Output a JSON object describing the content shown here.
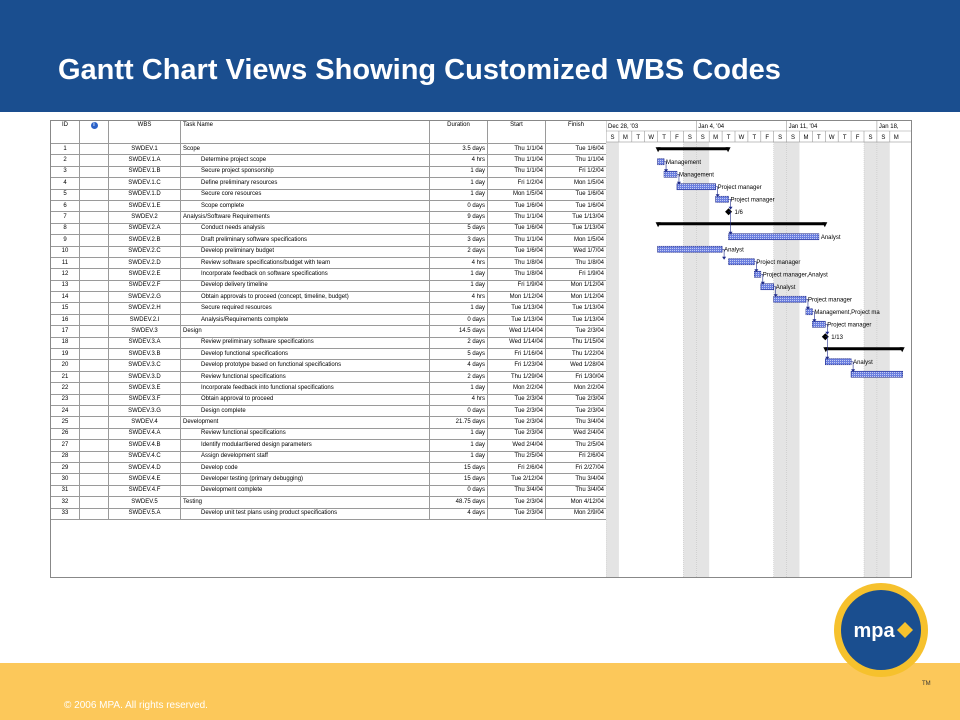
{
  "slide": {
    "title": "Gantt Chart Views Showing Customized WBS Codes"
  },
  "footer": {
    "copyright": "© 2006 MPA. All rights reserved."
  },
  "logo": {
    "text": "mpa",
    "tm": "TM",
    "color_ring": "#f6c12d",
    "color_inner": "#1a4e8f"
  },
  "colors": {
    "header": "#1a4e8f",
    "footer": "#fcc85a",
    "bar": "#4a5fd0",
    "summary": "#000000"
  },
  "table": {
    "headers": {
      "id": "ID",
      "info": "",
      "wbs": "WBS",
      "name": "Task Name",
      "duration": "Duration",
      "start": "Start",
      "finish": "Finish"
    },
    "info_icon": "info-icon",
    "rows": [
      {
        "id": "1",
        "wbs": "SWDEV.1",
        "name": "Scope",
        "duration": "3.5 days",
        "start": "Thu 1/1/04",
        "finish": "Tue 1/6/04",
        "level": 0
      },
      {
        "id": "2",
        "wbs": "SWDEV.1.A",
        "name": "Determine project scope",
        "duration": "4 hrs",
        "start": "Thu 1/1/04",
        "finish": "Thu 1/1/04",
        "level": 1
      },
      {
        "id": "3",
        "wbs": "SWDEV.1.B",
        "name": "Secure project sponsorship",
        "duration": "1 day",
        "start": "Thu 1/1/04",
        "finish": "Fri 1/2/04",
        "level": 1
      },
      {
        "id": "4",
        "wbs": "SWDEV.1.C",
        "name": "Define preliminary resources",
        "duration": "1 day",
        "start": "Fri 1/2/04",
        "finish": "Mon 1/5/04",
        "level": 1
      },
      {
        "id": "5",
        "wbs": "SWDEV.1.D",
        "name": "Secure core resources",
        "duration": "1 day",
        "start": "Mon 1/5/04",
        "finish": "Tue 1/6/04",
        "level": 1
      },
      {
        "id": "6",
        "wbs": "SWDEV.1.E",
        "name": "Scope complete",
        "duration": "0 days",
        "start": "Tue 1/6/04",
        "finish": "Tue 1/6/04",
        "level": 1
      },
      {
        "id": "7",
        "wbs": "SWDEV.2",
        "name": "Analysis/Software Requirements",
        "duration": "9 days",
        "start": "Thu 1/1/04",
        "finish": "Tue 1/13/04",
        "level": 0
      },
      {
        "id": "8",
        "wbs": "SWDEV.2.A",
        "name": "Conduct needs analysis",
        "duration": "5 days",
        "start": "Tue 1/6/04",
        "finish": "Tue 1/13/04",
        "level": 1
      },
      {
        "id": "9",
        "wbs": "SWDEV.2.B",
        "name": "Draft preliminary software specifications",
        "duration": "3 days",
        "start": "Thu 1/1/04",
        "finish": "Mon 1/5/04",
        "level": 1
      },
      {
        "id": "10",
        "wbs": "SWDEV.2.C",
        "name": "Develop preliminary budget",
        "duration": "2 days",
        "start": "Tue 1/6/04",
        "finish": "Wed 1/7/04",
        "level": 1
      },
      {
        "id": "11",
        "wbs": "SWDEV.2.D",
        "name": "Review software specifications/budget with team",
        "duration": "4 hrs",
        "start": "Thu 1/8/04",
        "finish": "Thu 1/8/04",
        "level": 1
      },
      {
        "id": "12",
        "wbs": "SWDEV.2.E",
        "name": "Incorporate feedback on software specifications",
        "duration": "1 day",
        "start": "Thu 1/8/04",
        "finish": "Fri 1/9/04",
        "level": 1
      },
      {
        "id": "13",
        "wbs": "SWDEV.2.F",
        "name": "Develop delivery timeline",
        "duration": "1 day",
        "start": "Fri 1/9/04",
        "finish": "Mon 1/12/04",
        "level": 1
      },
      {
        "id": "14",
        "wbs": "SWDEV.2.G",
        "name": "Obtain approvals to proceed (concept, timeline, budget)",
        "duration": "4 hrs",
        "start": "Mon 1/12/04",
        "finish": "Mon 1/12/04",
        "level": 1
      },
      {
        "id": "15",
        "wbs": "SWDEV.2.H",
        "name": "Secure required resources",
        "duration": "1 day",
        "start": "Tue 1/13/04",
        "finish": "Tue 1/13/04",
        "level": 1
      },
      {
        "id": "16",
        "wbs": "SWDEV.2.I",
        "name": "Analysis/Requirements complete",
        "duration": "0 days",
        "start": "Tue 1/13/04",
        "finish": "Tue 1/13/04",
        "level": 1
      },
      {
        "id": "17",
        "wbs": "SWDEV.3",
        "name": "Design",
        "duration": "14.5 days",
        "start": "Wed 1/14/04",
        "finish": "Tue 2/3/04",
        "level": 0
      },
      {
        "id": "18",
        "wbs": "SWDEV.3.A",
        "name": "Review preliminary software specifications",
        "duration": "2 days",
        "start": "Wed 1/14/04",
        "finish": "Thu 1/15/04",
        "level": 1
      },
      {
        "id": "19",
        "wbs": "SWDEV.3.B",
        "name": "Develop functional specifications",
        "duration": "5 days",
        "start": "Fri 1/16/04",
        "finish": "Thu 1/22/04",
        "level": 1
      },
      {
        "id": "20",
        "wbs": "SWDEV.3.C",
        "name": "Develop prototype based on functional specifications",
        "duration": "4 days",
        "start": "Fri 1/23/04",
        "finish": "Wed 1/28/04",
        "level": 1
      },
      {
        "id": "21",
        "wbs": "SWDEV.3.D",
        "name": "Review functional specifications",
        "duration": "2 days",
        "start": "Thu 1/29/04",
        "finish": "Fri 1/30/04",
        "level": 1
      },
      {
        "id": "22",
        "wbs": "SWDEV.3.E",
        "name": "Incorporate feedback into functional specifications",
        "duration": "1 day",
        "start": "Mon 2/2/04",
        "finish": "Mon 2/2/04",
        "level": 1
      },
      {
        "id": "23",
        "wbs": "SWDEV.3.F",
        "name": "Obtain approval to proceed",
        "duration": "4 hrs",
        "start": "Tue 2/3/04",
        "finish": "Tue 2/3/04",
        "level": 1
      },
      {
        "id": "24",
        "wbs": "SWDEV.3.G",
        "name": "Design complete",
        "duration": "0 days",
        "start": "Tue 2/3/04",
        "finish": "Tue 2/3/04",
        "level": 1
      },
      {
        "id": "25",
        "wbs": "SWDEV.4",
        "name": "Development",
        "duration": "21.75 days",
        "start": "Tue 2/3/04",
        "finish": "Thu 3/4/04",
        "level": 0
      },
      {
        "id": "26",
        "wbs": "SWDEV.4.A",
        "name": "Review functional specifications",
        "duration": "1 day",
        "start": "Tue 2/3/04",
        "finish": "Wed 2/4/04",
        "level": 1
      },
      {
        "id": "27",
        "wbs": "SWDEV.4.B",
        "name": "Identify modular/tiered design parameters",
        "duration": "1 day",
        "start": "Wed 2/4/04",
        "finish": "Thu 2/5/04",
        "level": 1
      },
      {
        "id": "28",
        "wbs": "SWDEV.4.C",
        "name": "Assign development staff",
        "duration": "1 day",
        "start": "Thu 2/5/04",
        "finish": "Fri 2/6/04",
        "level": 1
      },
      {
        "id": "29",
        "wbs": "SWDEV.4.D",
        "name": "Develop code",
        "duration": "15 days",
        "start": "Fri 2/6/04",
        "finish": "Fri 2/27/04",
        "level": 1
      },
      {
        "id": "30",
        "wbs": "SWDEV.4.E",
        "name": "Developer testing (primary debugging)",
        "duration": "15 days",
        "start": "Tue 2/12/04",
        "finish": "Thu 3/4/04",
        "level": 1
      },
      {
        "id": "31",
        "wbs": "SWDEV.4.F",
        "name": "Development complete",
        "duration": "0 days",
        "start": "Thu 3/4/04",
        "finish": "Thu 3/4/04",
        "level": 1
      },
      {
        "id": "32",
        "wbs": "SWDEV.5",
        "name": "Testing",
        "duration": "48.75 days",
        "start": "Tue 2/3/04",
        "finish": "Mon 4/12/04",
        "level": 0
      },
      {
        "id": "33",
        "wbs": "SWDEV.5.A",
        "name": "Develop unit test plans using product specifications",
        "duration": "4 days",
        "start": "Tue 2/3/04",
        "finish": "Mon 2/9/04",
        "level": 1
      }
    ]
  },
  "timescale": {
    "weeks": [
      "Dec 28, '03",
      "Jan 4, '04",
      "Jan 11, '04",
      "Jan 18,"
    ],
    "week_start_days": [
      0,
      7,
      14,
      21
    ],
    "day_letters": [
      "S",
      "M",
      "T",
      "W",
      "T",
      "F",
      "S",
      "S",
      "M",
      "T",
      "W",
      "T",
      "F",
      "S",
      "S",
      "M",
      "T",
      "W",
      "T",
      "F",
      "S",
      "S",
      "M"
    ],
    "weekend_days": [
      0,
      6,
      7,
      13,
      14,
      20,
      21
    ]
  },
  "chart_data": {
    "type": "gantt",
    "day0": "Sun 12/28/03",
    "tasks": [
      {
        "id": "1",
        "kind": "summary",
        "start": 4,
        "end": 9.5
      },
      {
        "id": "2",
        "kind": "task",
        "start": 4,
        "end": 4.5,
        "label": "Management"
      },
      {
        "id": "3",
        "kind": "task",
        "start": 4.5,
        "end": 5.5,
        "label": "Management"
      },
      {
        "id": "4",
        "kind": "task",
        "start": 5.5,
        "end": 8.5,
        "label": "Project manager"
      },
      {
        "id": "5",
        "kind": "task",
        "start": 8.5,
        "end": 9.5,
        "label": "Project manager"
      },
      {
        "id": "6",
        "kind": "milestone",
        "start": 9.5,
        "end": 9.5,
        "label": "1/6"
      },
      {
        "id": "7",
        "kind": "summary",
        "start": 4,
        "end": 17
      },
      {
        "id": "8",
        "kind": "task",
        "start": 9.5,
        "end": 16.5,
        "label": "Analyst"
      },
      {
        "id": "9",
        "kind": "task",
        "start": 4,
        "end": 9,
        "label": "Analyst"
      },
      {
        "id": "10",
        "kind": "task",
        "start": 9.5,
        "end": 11.5,
        "label": "Project manager"
      },
      {
        "id": "11",
        "kind": "task",
        "start": 11.5,
        "end": 12,
        "label": "Project manager,Analyst"
      },
      {
        "id": "12",
        "kind": "task",
        "start": 12,
        "end": 13,
        "label": "Analyst"
      },
      {
        "id": "13",
        "kind": "task",
        "start": 13,
        "end": 15.5,
        "label": "Project manager"
      },
      {
        "id": "14",
        "kind": "task",
        "start": 15.5,
        "end": 16,
        "label": "Management,Project ma"
      },
      {
        "id": "15",
        "kind": "task",
        "start": 16,
        "end": 17,
        "label": "Project manager"
      },
      {
        "id": "16",
        "kind": "milestone",
        "start": 17,
        "end": 17,
        "label": "1/13"
      },
      {
        "id": "17",
        "kind": "summary",
        "start": 17,
        "end": 23
      },
      {
        "id": "18",
        "kind": "task",
        "start": 17,
        "end": 19,
        "label": "Analyst"
      },
      {
        "id": "19",
        "kind": "task",
        "start": 19,
        "end": 23
      }
    ]
  }
}
